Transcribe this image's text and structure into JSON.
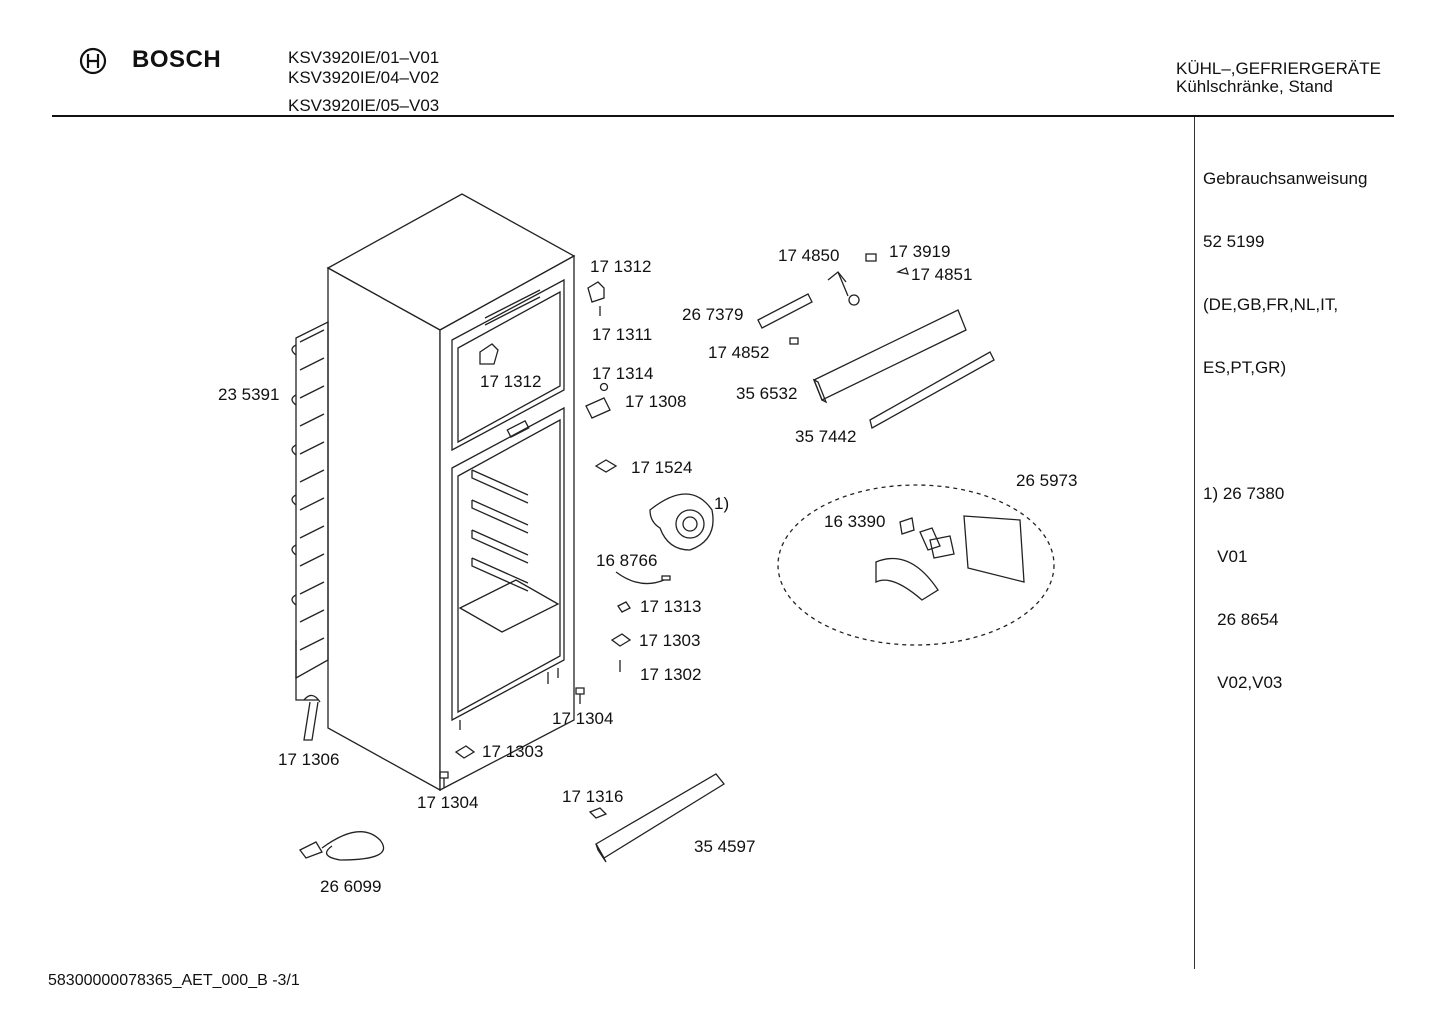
{
  "header": {
    "brand": "BOSCH",
    "models": [
      "KSV3920IE/01–V01",
      "KSV3920IE/04–V02",
      "KSV3920IE/05–V03"
    ],
    "category": "KÜHL–,GEFRIERGERÄTE",
    "subcategory": "Kühlschränke, Stand"
  },
  "side_panel": {
    "lines": [
      "Gebrauchsanweisung",
      "52 5199",
      "(DE,GB,FR,NL,IT,",
      "ES,PT,GR)",
      "",
      "1) 26 7380",
      "   V01",
      "   26 8654",
      "   V02,V03"
    ]
  },
  "parts": [
    {
      "id": "171312a",
      "label": "17 1312"
    },
    {
      "id": "171311",
      "label": "17 1311"
    },
    {
      "id": "171312b",
      "label": "17 1312"
    },
    {
      "id": "171314",
      "label": "17 1314"
    },
    {
      "id": "171308",
      "label": "17 1308"
    },
    {
      "id": "235391",
      "label": "23 5391"
    },
    {
      "id": "171524",
      "label": "17 1524"
    },
    {
      "id": "note1",
      "label": "1)"
    },
    {
      "id": "168766",
      "label": "16 8766"
    },
    {
      "id": "171313",
      "label": "17 1313"
    },
    {
      "id": "171303a",
      "label": "17 1303"
    },
    {
      "id": "171302",
      "label": "17 1302"
    },
    {
      "id": "171304a",
      "label": "17 1304"
    },
    {
      "id": "171306",
      "label": "17 1306"
    },
    {
      "id": "171303b",
      "label": "17 1303"
    },
    {
      "id": "171304b",
      "label": "17 1304"
    },
    {
      "id": "171316",
      "label": "17 1316"
    },
    {
      "id": "354597",
      "label": "35 4597"
    },
    {
      "id": "266099",
      "label": "26 6099"
    },
    {
      "id": "174850",
      "label": "17 4850"
    },
    {
      "id": "173919",
      "label": "17 3919"
    },
    {
      "id": "174851",
      "label": "17 4851"
    },
    {
      "id": "267379",
      "label": "26 7379"
    },
    {
      "id": "174852",
      "label": "17 4852"
    },
    {
      "id": "356532",
      "label": "35 6532"
    },
    {
      "id": "357442",
      "label": "35 7442"
    },
    {
      "id": "265973",
      "label": "26 5973"
    },
    {
      "id": "163390",
      "label": "16 3390"
    }
  ],
  "footer": "58300000078365_AET_000_B -3/1"
}
